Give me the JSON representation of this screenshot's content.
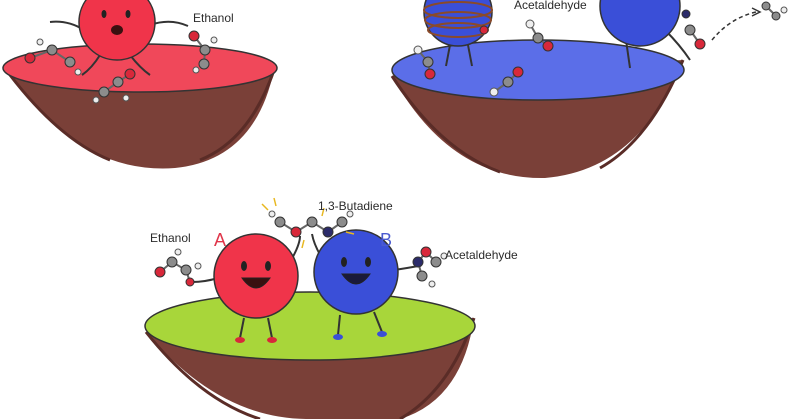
{
  "labels": {
    "top_left_molecule": "Ethanol",
    "top_right_molecule": "Acetaldehyde",
    "bottom_left_molecule": "Ethanol",
    "bottom_right_molecule": "Acetaldehyde",
    "bottom_product": "1,3-Butadiene",
    "site_a": "A",
    "site_b": "B"
  },
  "colors": {
    "red_site": "#f0344a",
    "blue_site": "#3a4fd8",
    "red_platform": "#f0485a",
    "blue_platform": "#5b6ee8",
    "green_platform": "#a8d63a",
    "soil": "#7a4038",
    "label_a": "#e0354a",
    "label_b": "#4a5bd0",
    "oxygen_atom": "#d8283a",
    "carbon_atom": "#8c8c8c",
    "hydrogen_atom": "#eeeeee"
  }
}
